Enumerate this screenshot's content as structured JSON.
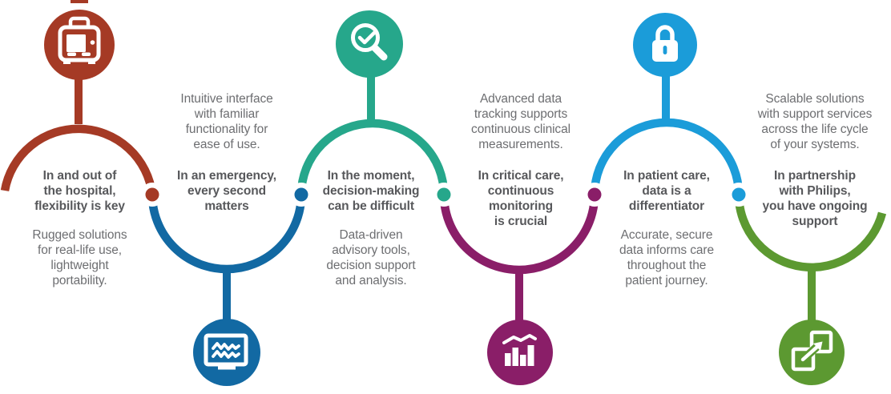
{
  "palette": {
    "red": "#A53A25",
    "blue": "#1269A3",
    "teal": "#26A78B",
    "purple": "#8A1E68",
    "lblue": "#1B9CD9",
    "green": "#5C9931",
    "textBold": "#57585B",
    "textRegular": "#6D6E71"
  },
  "sections": [
    {
      "icon": "transport-monitor-icon",
      "color": "red",
      "icon_position": "top",
      "heading": "In and out of\nthe hospital,\nflexibility is key",
      "body": "Rugged solutions\nfor real-life use,\nlightweight\nportability."
    },
    {
      "icon": "waveform-monitor-icon",
      "color": "blue",
      "icon_position": "bottom",
      "heading": "In an emergency,\nevery second\nmatters",
      "body": "Intuitive interface\nwith familiar\nfunctionality for\nease of use."
    },
    {
      "icon": "magnifier-check-icon",
      "color": "teal",
      "icon_position": "top",
      "heading": "In the moment,\ndecision-making\ncan be difficult",
      "body": "Data-driven\nadvisory tools,\ndecision support\nand analysis."
    },
    {
      "icon": "bar-chart-trend-icon",
      "color": "purple",
      "icon_position": "bottom",
      "heading": "In critical care,\ncontinuous\nmonitoring\nis crucial",
      "body": "Advanced data\ntracking supports\ncontinuous clinical\nmeasurements."
    },
    {
      "icon": "padlock-icon",
      "color": "lblue",
      "icon_position": "top",
      "heading": "In patient care,\ndata is a\ndifferentiator",
      "body": "Accurate, secure\ndata informs care\nthroughout the\npatient journey."
    },
    {
      "icon": "expand-squares-icon",
      "color": "green",
      "icon_position": "bottom",
      "heading": "In partnership\nwith Philips,\nyou have ongoing\nsupport",
      "body": "Scalable solutions\nwith support services\nacross the life cycle\nof your systems."
    }
  ]
}
